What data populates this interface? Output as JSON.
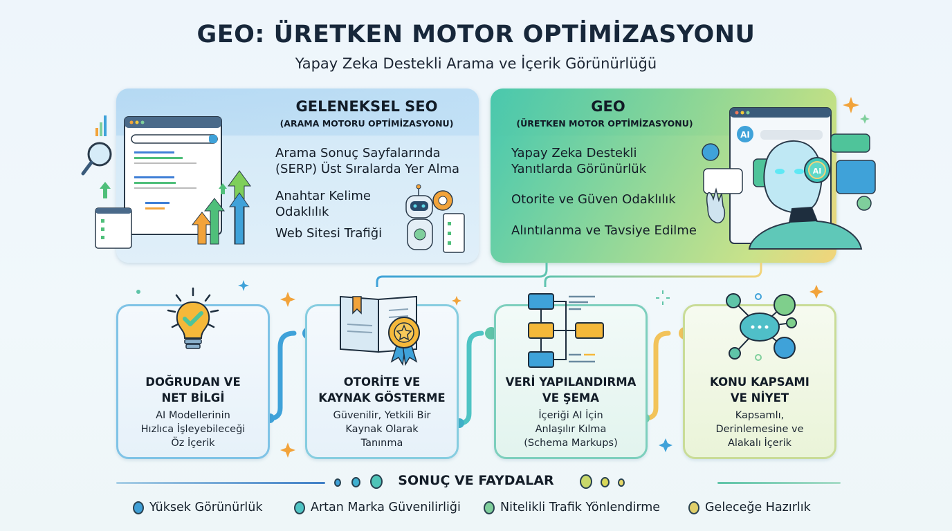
{
  "header": {
    "title": "GEO: ÜRETKEN MOTOR OPTİMİZASYONU",
    "subtitle": "Yapay Zeka Destekli Arama ve İçerik Görünürlüğü"
  },
  "panels": {
    "seo": {
      "title": "GELENEKSEL SEO",
      "subtitle": "(ARAMA MOTORU OPTİMİZASYONU)",
      "items": [
        "Arama Sonuç Sayfalarında\n(SERP) Üst Sıralarda Yer Alma",
        "Anahtar Kelime\nOdaklılık",
        "Web Sitesi Trafiği"
      ],
      "illustration": [
        "browser-search-icon",
        "magnifier-icon",
        "growth-arrows-icon",
        "robot-icon",
        "gear-icon",
        "checklist-icon"
      ]
    },
    "geo": {
      "title": "GEO",
      "subtitle": "(ÜRETKEN MOTOR OPTİMİZASYONU)",
      "items": [
        "Yapay Zeka Destekli\nYanıtlarda Görünürlük",
        "Otorite ve Güven Odaklılık",
        "Alıntılanma ve Tavsiye Edilme"
      ],
      "ai_badge": "AI",
      "illustration": [
        "ai-humanoid-icon",
        "chat-bubble-icon",
        "browser-window-icon"
      ]
    }
  },
  "cards": [
    {
      "title": "DOĞRUDAN VE\nNET BİLGİ",
      "desc": "AI Modellerinin\nHızlıca İşleyebileceği\nÖz İçerik",
      "icon": "lightbulb-check-icon",
      "border": "#7fc3e6"
    },
    {
      "title": "OTORİTE VE\nKAYNAK GÖSTERME",
      "desc": "Güvenilir, Yetkili Bir\nKaynak Olarak\nTanınma",
      "icon": "book-award-icon",
      "border": "#86cde0"
    },
    {
      "title": "VERİ YAPILANDIRMA\nVE ŞEMA",
      "desc": "İçeriği AI İçin\nAnlaşılır Kılma\n(Schema Markups)",
      "icon": "schema-flow-icon",
      "border": "#7dcfbd"
    },
    {
      "title": "KONU KAPSAMI\nVE NİYET",
      "desc": "Kapsamlı,\nDerinlemesine ve\nAlakalı İçerik",
      "icon": "topic-network-icon",
      "border": "#c9dc97"
    }
  ],
  "summary": {
    "title": "SONUÇ VE FAYDALAR",
    "benefits": [
      {
        "label": "Yüksek Görünürlük",
        "color": "#3f9fd6"
      },
      {
        "label": "Artan Marka Güvenilirliği",
        "color": "#4fc4c4"
      },
      {
        "label": "Nitelikli Trafik Yönlendirme",
        "color": "#7fcf9c"
      },
      {
        "label": "Geleceğe Hazırlık",
        "color": "#e0cf6a"
      }
    ]
  },
  "colors": {
    "seo_panel": "#d2e8f7",
    "geo_gradient_start": "#45c8b0",
    "geo_gradient_end": "#f2d47a",
    "accent_blue": "#3f9fd6",
    "accent_orange": "#f2a33a",
    "text_dark": "#14202e"
  }
}
